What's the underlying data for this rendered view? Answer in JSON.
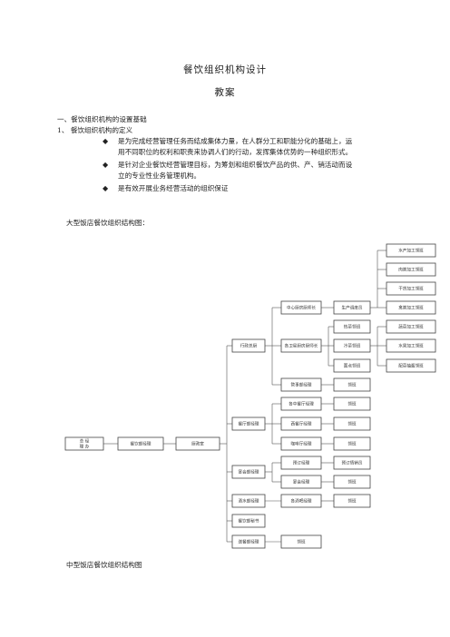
{
  "doc": {
    "title": "餐饮组织机构设计",
    "subtitle": "教案",
    "section1": "一、餐饮组织机构的设置基础",
    "item1": "1、 餐饮组织机构的定义",
    "bullets": [
      {
        "line1": "是为完成经营管理任务而结成集体力量，在人群分工和职能分化的基础上，运",
        "line2": "用不同职位的权利和职责来协调人们的行动，发挥集体优势的一种组织形式。"
      },
      {
        "line1": "是针对企业餐饮经营管理目标，为筹划和组织餐饮产品的供、产、销活动而设",
        "line2": "立的专业性业务管理机构。"
      },
      {
        "line1": "是有效开展业务经营活动的组织保证",
        "line2": ""
      }
    ],
    "bullet_symbol": "◆",
    "large_hotel_caption": "大型饭店餐饮组织结构图：",
    "medium_hotel_caption": "中型饭店餐饮组织结构图"
  },
  "org": {
    "root": "总 经\n理 办",
    "ceo": "餐饮部经理",
    "l2": "厨政室",
    "admin": "行政总厨",
    "restaurant": "餐厅部经理",
    "banquet": "宴会部经理",
    "bar": "酒水部经理",
    "secretary": "餐饮部秘书",
    "room_service": "送餐部经理",
    "central_chef": "中心厨房厨师长",
    "branch_chef": "各卫星厨房厨师长",
    "steward": "管事部经理",
    "chinese_rest": "各中餐厅经理",
    "western_rest": "西餐厅经理",
    "coffee": "咖啡厅经理",
    "booking": "预订经理",
    "banquet_mgr": "宴会经理",
    "bars": "各酒吧经理",
    "prod_planner": "生产调度员",
    "hot_kitchen": "热菜领班",
    "cold_kitchen": "冷菜领班",
    "pastry": "面点领班",
    "foreman": "领班",
    "booking_staff": "预订情销员",
    "aquatic": "水产加工领班",
    "meat": "肉类加工领班",
    "dry_goods": "干货加工领班",
    "poultry": "禽类加工领班",
    "veg": "蔬菜加工领班",
    "fruit": "水果加工领班",
    "sauce": "配菜抽酱领班"
  }
}
